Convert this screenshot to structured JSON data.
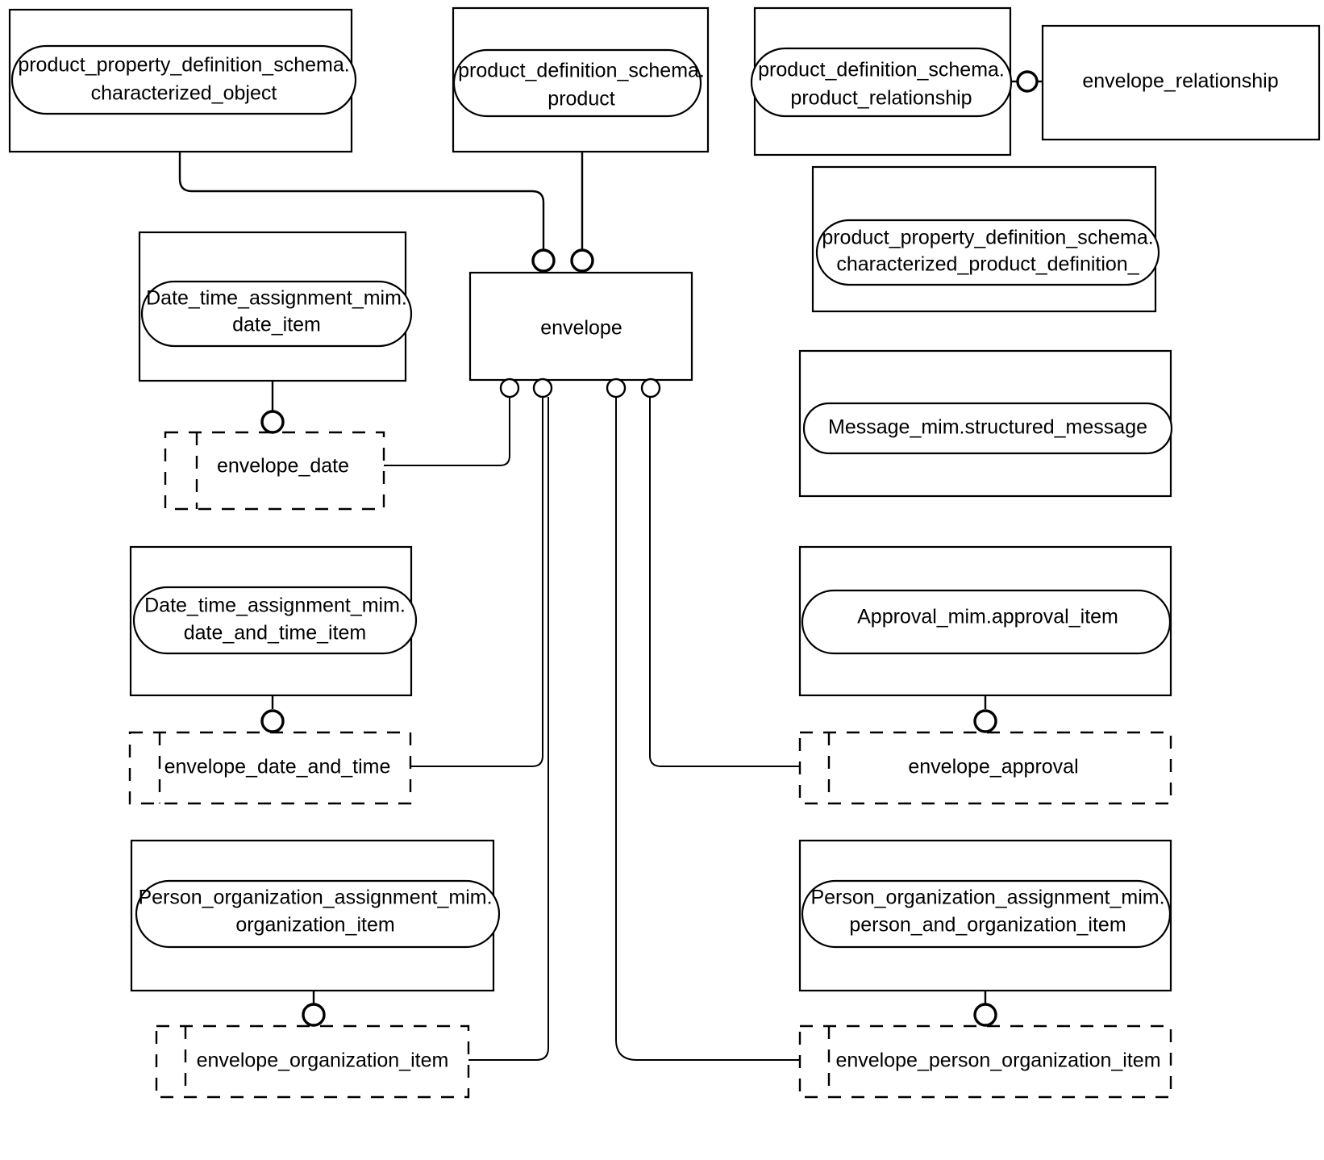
{
  "diagram": {
    "title": "envelope EXPRESS-G entity level diagram",
    "style": "express-g",
    "colors": {
      "line": "#000000",
      "fill": "#ffffff",
      "text": "#000000"
    },
    "entities": [
      {
        "id": "characterized_object",
        "kind": "schema-reference-box",
        "line1": "product_property_definition_schema.",
        "line2": "characterized_object"
      },
      {
        "id": "product",
        "kind": "schema-reference-box",
        "line1": "product_definition_schema.",
        "line2": "product"
      },
      {
        "id": "product_relationship",
        "kind": "schema-reference-box",
        "line1": "product_definition_schema.",
        "line2": "product_relationship"
      },
      {
        "id": "envelope_relationship",
        "kind": "plain-entity-box",
        "line1": "envelope_relationship",
        "line2": ""
      },
      {
        "id": "characterized_product_definition",
        "kind": "schema-reference-box",
        "line1": "product_property_definition_schema.",
        "line2": "characterized_product_definition_"
      },
      {
        "id": "date_item",
        "kind": "schema-reference-box",
        "line1": "Date_time_assignment_mim.",
        "line2": "date_item"
      },
      {
        "id": "envelope",
        "kind": "plain-entity-box",
        "line1": "envelope",
        "line2": ""
      },
      {
        "id": "structured_message",
        "kind": "schema-reference-box",
        "line1": "Message_mim.structured_message",
        "line2": ""
      },
      {
        "id": "envelope_date",
        "kind": "attribute-ref-box",
        "line1": "envelope_date",
        "line2": ""
      },
      {
        "id": "date_and_time_item",
        "kind": "schema-reference-box",
        "line1": "Date_time_assignment_mim.",
        "line2": "date_and_time_item"
      },
      {
        "id": "approval_item",
        "kind": "schema-reference-box",
        "line1": "Approval_mim.approval_item",
        "line2": ""
      },
      {
        "id": "envelope_date_and_time",
        "kind": "attribute-ref-box",
        "line1": "envelope_date_and_time",
        "line2": ""
      },
      {
        "id": "envelope_approval",
        "kind": "attribute-ref-box",
        "line1": "envelope_approval",
        "line2": ""
      },
      {
        "id": "organization_item",
        "kind": "schema-reference-box",
        "line1": "Person_organization_assignment_mim.",
        "line2": "organization_item"
      },
      {
        "id": "person_and_organization_item",
        "kind": "schema-reference-box",
        "line1": "Person_organization_assignment_mim.",
        "line2": "person_and_organization_item"
      },
      {
        "id": "envelope_organization_item",
        "kind": "attribute-ref-box",
        "line1": "envelope_organization_item",
        "line2": ""
      },
      {
        "id": "envelope_person_organization_item",
        "kind": "attribute-ref-box",
        "line1": "envelope_person_organization_item",
        "line2": ""
      }
    ],
    "relationships": [
      {
        "from": "characterized_object",
        "to": "envelope",
        "marker": "circle-at-envelope"
      },
      {
        "from": "product",
        "to": "envelope",
        "marker": "circle-at-envelope"
      },
      {
        "from": "product_relationship",
        "to": "envelope_relationship",
        "marker": "circle"
      },
      {
        "from": "date_item",
        "to": "envelope_date",
        "marker": "circle"
      },
      {
        "from": "envelope_date",
        "to": "envelope",
        "marker": "circle-at-envelope"
      },
      {
        "from": "date_and_time_item",
        "to": "envelope_date_and_time",
        "marker": "circle"
      },
      {
        "from": "envelope_date_and_time",
        "to": "envelope",
        "marker": "circle-at-envelope"
      },
      {
        "from": "approval_item",
        "to": "envelope_approval",
        "marker": "circle"
      },
      {
        "from": "envelope_approval",
        "to": "envelope",
        "marker": "circle-at-envelope"
      },
      {
        "from": "organization_item",
        "to": "envelope_organization_item",
        "marker": "circle"
      },
      {
        "from": "envelope_organization_item",
        "to": "envelope",
        "marker": "circle-at-envelope"
      },
      {
        "from": "person_and_organization_item",
        "to": "envelope_person_organization_item",
        "marker": "circle"
      },
      {
        "from": "envelope_person_organization_item",
        "to": "envelope",
        "marker": "circle-at-envelope"
      }
    ]
  }
}
